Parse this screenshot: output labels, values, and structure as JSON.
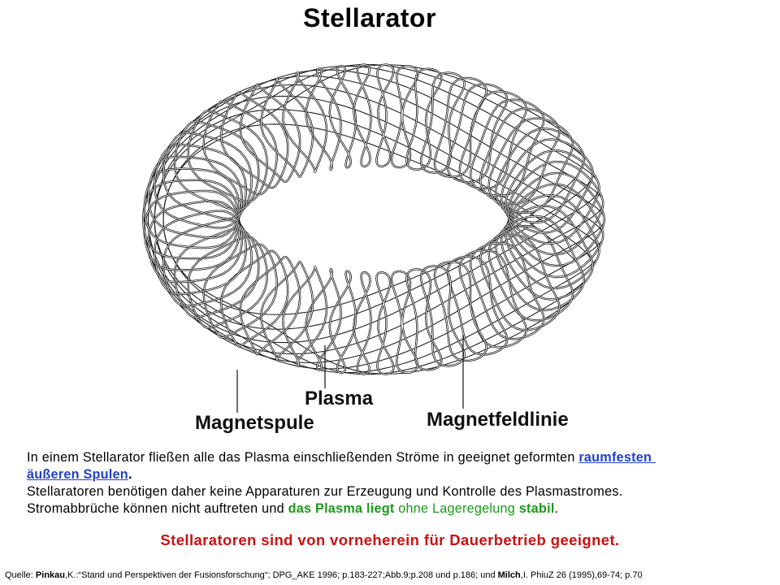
{
  "title": "Stellarator",
  "colors": {
    "link": "#1f3fcf",
    "highlight_green": "#1a9a1a",
    "conclusion_red": "#cc1111",
    "text": "#000000",
    "background": "#ffffff"
  },
  "diagram": {
    "labels": {
      "plasma": "Plasma",
      "magnetic_coil": "Magnetspule",
      "field_line": "Magnetfeldlinie"
    }
  },
  "body": {
    "line1_prefix": "In einem Stellarator fließen alle das Plasma einschließenden Ströme in geeignet geformten",
    "link_text_1": "raumfesten",
    "link_text_2": "äußeren Spulen",
    "line2_suffix": ".",
    "line3": "Stellaratoren benötigen daher keine Apparaturen zur Erzeugung und Kontrolle des Plasmastromes.",
    "line4_prefix": "Stromabbrüche können nicht auftreten und",
    "line4_green_bold": "das Plasma liegt",
    "line4_green": "ohne Lageregelung",
    "line4_green_bold2": "stabil",
    "line4_suffix": "."
  },
  "conclusion": "Stellaratoren sind von vorneherein für Dauerbetrieb geeignet.",
  "source": {
    "label": "Quelle:",
    "author1": "Pinkau",
    "author1_rest": ",K.:“Stand und Perspektiven der Fusionsforschung“;  DPG_AKE 1996; p.183-227;Abb.9;p.208 und p.186; und",
    "author2": "Milch",
    "author2_rest": ",I. PhiuZ 26 (1995),69-74;  p.70"
  }
}
